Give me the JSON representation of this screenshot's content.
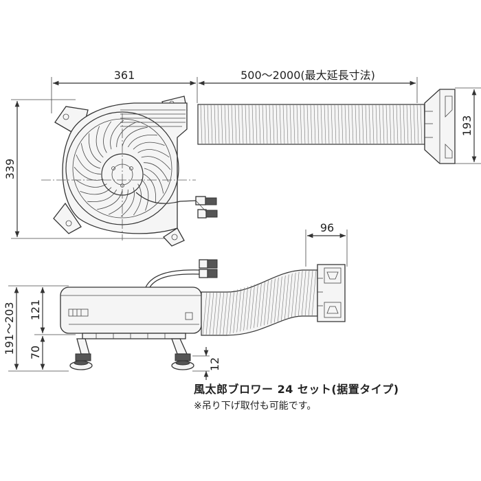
{
  "dimensions": {
    "width_top": "361",
    "duct_length": "500〜2000(最大延長寸法)",
    "height_top": "339",
    "outlet_height": "193",
    "outlet_depth": "96",
    "height_range": "191〜203",
    "body_height": "121",
    "foot_height": "70",
    "foot_adjust": "12"
  },
  "caption": {
    "title": "風太郎ブロワー 24 セット(据置タイプ)",
    "note": "※吊り下げ取付も可能です。"
  }
}
